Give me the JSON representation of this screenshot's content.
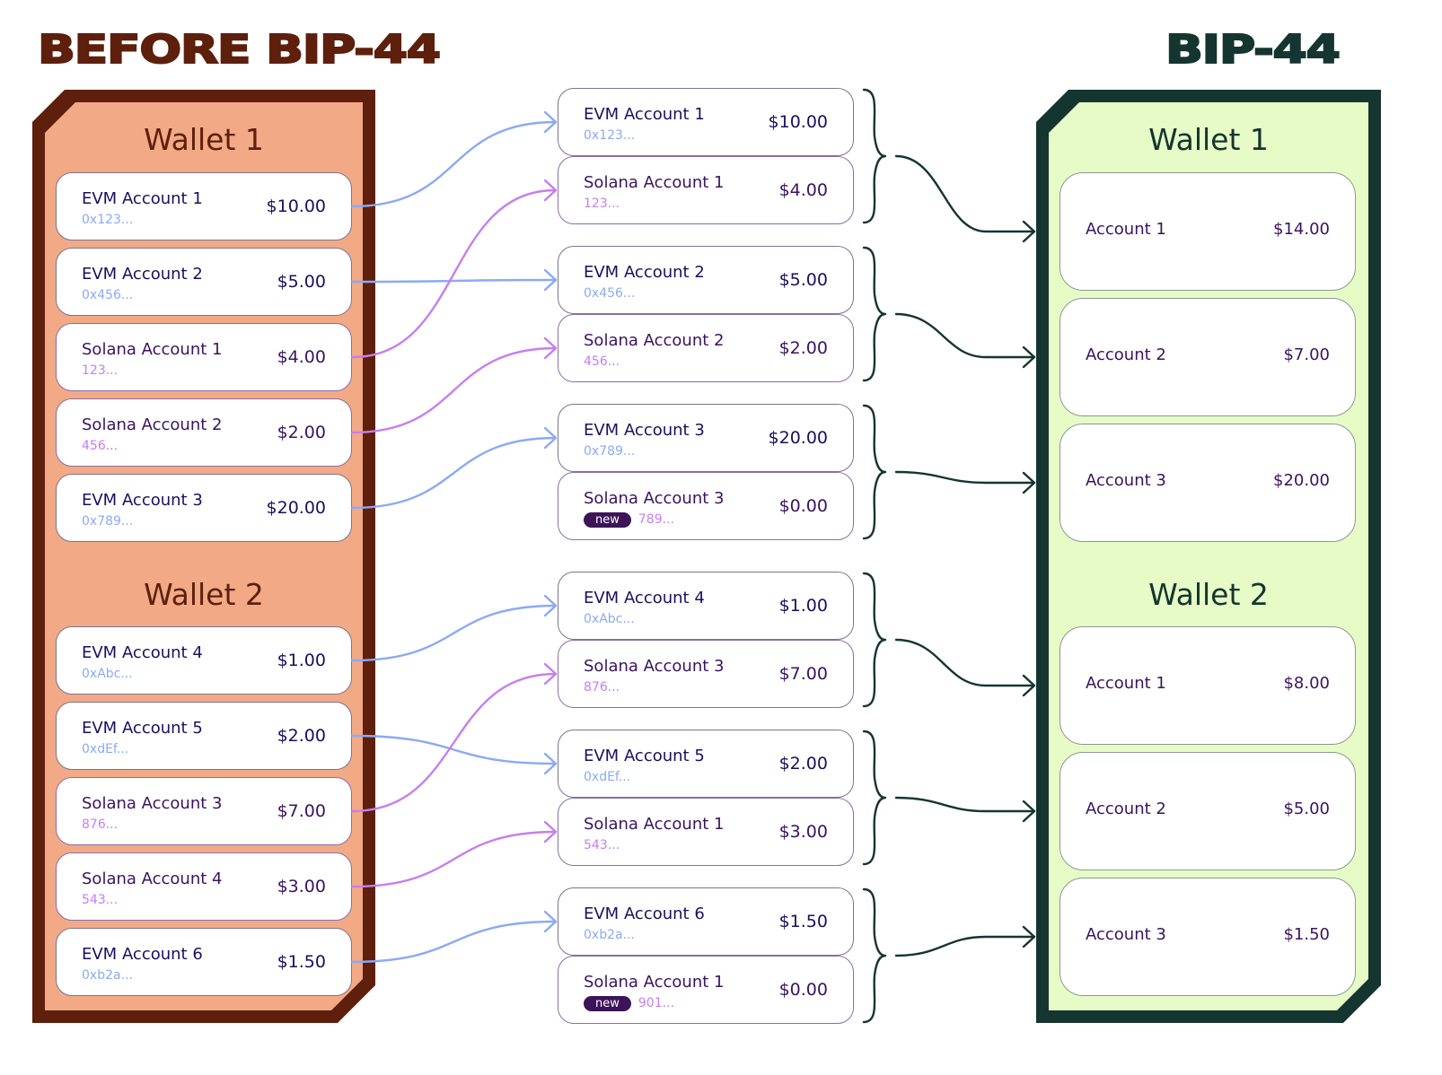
{
  "titles": {
    "before": "BEFORE BIP-44",
    "after": "BIP-44"
  },
  "colors": {
    "before_border": "#5e1f0c",
    "before_fill": "#f2a985",
    "after_border": "#153530",
    "after_fill": "#e6fbc6",
    "evm_line": "#8aaaf5",
    "solana_line": "#c77ef0",
    "group_arrow": "#153530",
    "badge": "#3d1458"
  },
  "before": {
    "wallets": [
      {
        "title": "Wallet 1",
        "accounts": [
          {
            "type": "evm",
            "name": "EVM Account 1",
            "address": "0x123...",
            "amount": "$10.00"
          },
          {
            "type": "evm",
            "name": "EVM Account 2",
            "address": "0x456...",
            "amount": "$5.00"
          },
          {
            "type": "sol",
            "name": "Solana Account 1",
            "address": "123...",
            "amount": "$4.00"
          },
          {
            "type": "sol",
            "name": "Solana Account 2",
            "address": "456...",
            "amount": "$2.00"
          },
          {
            "type": "evm",
            "name": "EVM Account 3",
            "address": "0x789...",
            "amount": "$20.00"
          }
        ]
      },
      {
        "title": "Wallet 2",
        "accounts": [
          {
            "type": "evm",
            "name": "EVM Account 4",
            "address": "0xAbc...",
            "amount": "$1.00"
          },
          {
            "type": "evm",
            "name": "EVM Account 5",
            "address": "0xdEf...",
            "amount": "$2.00"
          },
          {
            "type": "sol",
            "name": "Solana Account 3",
            "address": "876...",
            "amount": "$7.00"
          },
          {
            "type": "sol",
            "name": "Solana Account 4",
            "address": "543...",
            "amount": "$3.00"
          },
          {
            "type": "evm",
            "name": "EVM Account 6",
            "address": "0xb2a...",
            "amount": "$1.50"
          }
        ]
      }
    ]
  },
  "middle": {
    "badge_label": "new",
    "groups": [
      {
        "accounts": [
          {
            "type": "evm",
            "name": "EVM Account 1",
            "address": "0x123...",
            "amount": "$10.00",
            "is_new": false
          },
          {
            "type": "sol",
            "name": "Solana Account 1",
            "address": "123...",
            "amount": "$4.00",
            "is_new": false
          }
        ]
      },
      {
        "accounts": [
          {
            "type": "evm",
            "name": "EVM Account 2",
            "address": "0x456...",
            "amount": "$5.00",
            "is_new": false
          },
          {
            "type": "sol",
            "name": "Solana Account 2",
            "address": "456...",
            "amount": "$2.00",
            "is_new": false
          }
        ]
      },
      {
        "accounts": [
          {
            "type": "evm",
            "name": "EVM Account 3",
            "address": "0x789...",
            "amount": "$20.00",
            "is_new": false
          },
          {
            "type": "sol",
            "name": "Solana Account 3",
            "address": "789...",
            "amount": "$0.00",
            "is_new": true
          }
        ]
      },
      {
        "accounts": [
          {
            "type": "evm",
            "name": "EVM Account 4",
            "address": "0xAbc...",
            "amount": "$1.00",
            "is_new": false
          },
          {
            "type": "sol",
            "name": "Solana Account 3",
            "address": "876...",
            "amount": "$7.00",
            "is_new": false
          }
        ]
      },
      {
        "accounts": [
          {
            "type": "evm",
            "name": "EVM Account 5",
            "address": "0xdEf...",
            "amount": "$2.00",
            "is_new": false
          },
          {
            "type": "sol",
            "name": "Solana Account 1",
            "address": "543...",
            "amount": "$3.00",
            "is_new": false
          }
        ]
      },
      {
        "accounts": [
          {
            "type": "evm",
            "name": "EVM Account 6",
            "address": "0xb2a...",
            "amount": "$1.50",
            "is_new": false
          },
          {
            "type": "sol",
            "name": "Solana Account 1",
            "address": "901...",
            "amount": "$0.00",
            "is_new": true
          }
        ]
      }
    ]
  },
  "after": {
    "wallets": [
      {
        "title": "Wallet 1",
        "accounts": [
          {
            "name": "Account 1",
            "amount": "$14.00"
          },
          {
            "name": "Account 2",
            "amount": "$7.00"
          },
          {
            "name": "Account 3",
            "amount": "$20.00"
          }
        ]
      },
      {
        "title": "Wallet 2",
        "accounts": [
          {
            "name": "Account 1",
            "amount": "$8.00"
          },
          {
            "name": "Account 2",
            "amount": "$5.00"
          },
          {
            "name": "Account 3",
            "amount": "$1.50"
          }
        ]
      }
    ]
  },
  "mapping": {
    "before_to_middle": [
      {
        "from": [
          0,
          0
        ],
        "to": [
          0,
          0
        ]
      },
      {
        "from": [
          0,
          1
        ],
        "to": [
          1,
          0
        ]
      },
      {
        "from": [
          0,
          2
        ],
        "to": [
          0,
          1
        ]
      },
      {
        "from": [
          0,
          3
        ],
        "to": [
          1,
          1
        ]
      },
      {
        "from": [
          0,
          4
        ],
        "to": [
          2,
          0
        ]
      },
      {
        "from": [
          1,
          0
        ],
        "to": [
          3,
          0
        ]
      },
      {
        "from": [
          1,
          1
        ],
        "to": [
          4,
          0
        ]
      },
      {
        "from": [
          1,
          2
        ],
        "to": [
          3,
          1
        ]
      },
      {
        "from": [
          1,
          3
        ],
        "to": [
          4,
          1
        ]
      },
      {
        "from": [
          1,
          4
        ],
        "to": [
          5,
          0
        ]
      }
    ],
    "middle_group_to_after": [
      [
        0,
        0
      ],
      [
        0,
        1
      ],
      [
        0,
        2
      ],
      [
        1,
        0
      ],
      [
        1,
        1
      ],
      [
        1,
        2
      ]
    ]
  }
}
